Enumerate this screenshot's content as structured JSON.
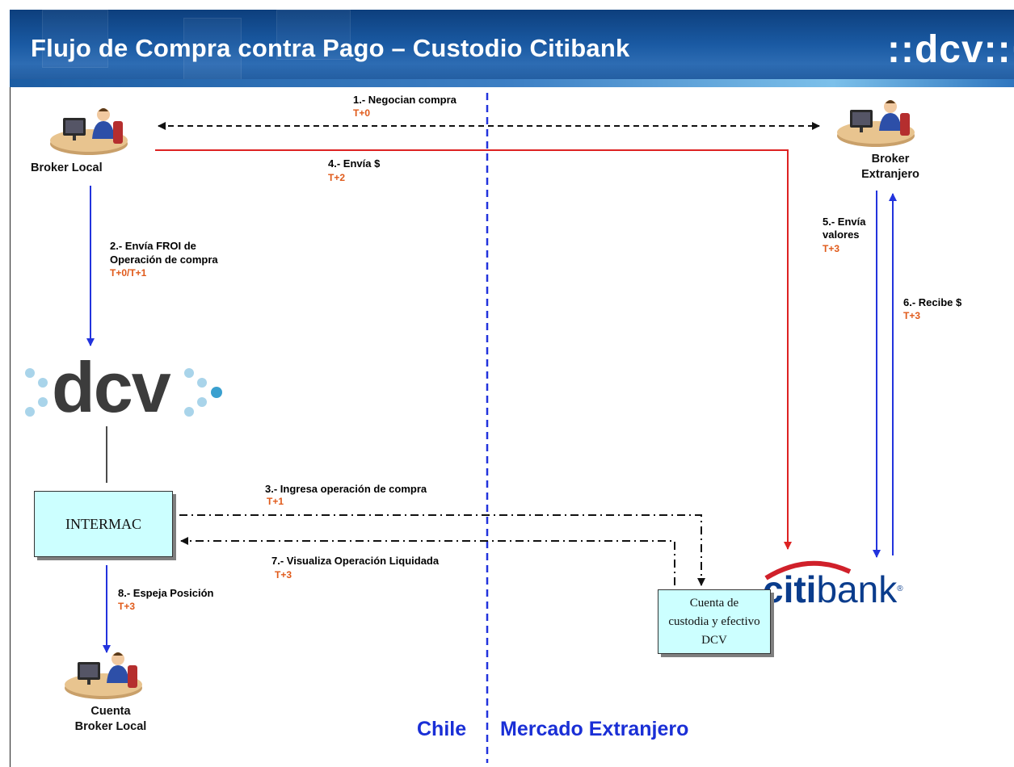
{
  "header": {
    "title": "Flujo de Compra contra Pago – Custodio Citibank",
    "logo_text": "::dcv::·"
  },
  "actors": {
    "broker_local": "Broker Local",
    "broker_extranjero_line1": "Broker",
    "broker_extranjero_line2": "Extranjero",
    "cuenta_broker_line1": "Cuenta",
    "cuenta_broker_line2": "Broker Local"
  },
  "logos": {
    "dcv": "dcv",
    "citibank_citi": "citi",
    "citibank_bank": "bank",
    "registered": "®"
  },
  "boxes": {
    "intermac": "INTERMAC",
    "cuenta_line1": "Cuenta de",
    "cuenta_line2": "custodia y efectivo",
    "cuenta_line3": "DCV"
  },
  "steps": [
    {
      "label_lines": [
        "1.- Negocian compra"
      ],
      "time": "T+0"
    },
    {
      "label_lines": [
        "2.- Envía FROI de",
        "Operación de compra"
      ],
      "time": "T+0/T+1"
    },
    {
      "label_lines": [
        "3.- Ingresa operación de compra"
      ],
      "time": "T+1"
    },
    {
      "label_lines": [
        "4.- Envía $"
      ],
      "time": "T+2"
    },
    {
      "label_lines": [
        "5.- Envía",
        "valores"
      ],
      "time": "T+3"
    },
    {
      "label_lines": [
        "6.- Recibe $"
      ],
      "time": "T+3"
    },
    {
      "label_lines": [
        "7.- Visualiza Operación Liquidada"
      ],
      "time": "T+3"
    },
    {
      "label_lines": [
        "8.- Espeja Posición"
      ],
      "time": "T+3"
    }
  ],
  "regions": {
    "left": "Chile",
    "right": "Mercado Extranjero"
  },
  "colors": {
    "header_blue": "#1a5aa3",
    "blue_arrow": "#2233dd",
    "red_arrow": "#dd2222",
    "time_orange": "#e05a1a",
    "box_fill": "#ccffff",
    "citi_red": "#d0202a",
    "citi_blue": "#0a3c8c",
    "dcv_gray": "#3c3c3c",
    "dcv_dots": "#a9d4ea",
    "dcv_dot_accent": "#3aa0cf"
  }
}
